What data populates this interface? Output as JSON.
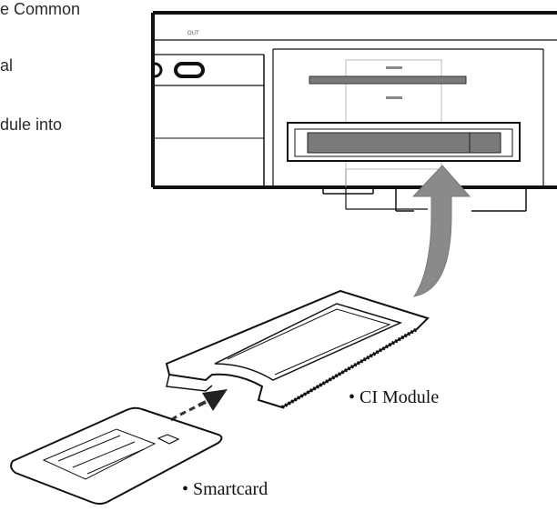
{
  "instructions": {
    "line1": "e Common",
    "line2": "al",
    "line3": "dule into"
  },
  "device": {
    "port_label": "OUT"
  },
  "labels": {
    "ci_module": "• CI Module",
    "smartcard": "• Smartcard"
  },
  "colors": {
    "line": "#111111",
    "insert_arrow": "#8a8a8a",
    "slot_fill": "#7a7a7a",
    "dash_arrow": "#333333"
  }
}
